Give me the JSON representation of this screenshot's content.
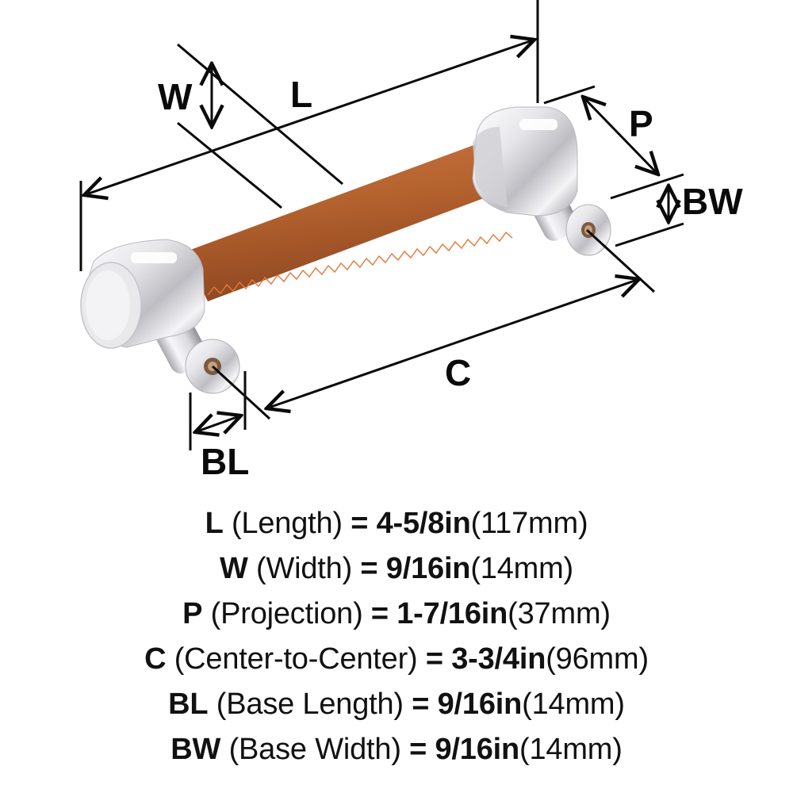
{
  "diagram": {
    "title": "Cabinet pull dimension diagram",
    "product": {
      "bar_material": "leather with cross stitching",
      "bar_color": "#B4622E",
      "bar_shadow": "#8E4620",
      "stitch_color": "#E07A3C",
      "finish": "polished nickel",
      "finish_highlight": "#FFFFFF",
      "finish_mid": "#D9D9DC",
      "finish_dark": "#8A8A90"
    },
    "labels": {
      "W": "W",
      "L": "L",
      "P": "P",
      "BW": "BW",
      "C": "C",
      "BL": "BL"
    },
    "line_color": "#0A0A0A"
  },
  "specs": [
    {
      "symbol": "L",
      "name": "(Length)",
      "imperial": "4-5/8in",
      "metric": "(117mm)"
    },
    {
      "symbol": "W",
      "name": "(Width)",
      "imperial": "9/16in",
      "metric": "(14mm)"
    },
    {
      "symbol": "P",
      "name": "(Projection)",
      "imperial": "1-7/16in",
      "metric": "(37mm)"
    },
    {
      "symbol": "C",
      "name": "(Center-to-Center)",
      "imperial": "3-3/4in",
      "metric": "(96mm)"
    },
    {
      "symbol": "BL",
      "name": "(Base Length)",
      "imperial": "9/16in",
      "metric": "(14mm)"
    },
    {
      "symbol": "BW",
      "name": "(Base Width)",
      "imperial": "9/16in",
      "metric": "(14mm)"
    }
  ],
  "equals": "="
}
